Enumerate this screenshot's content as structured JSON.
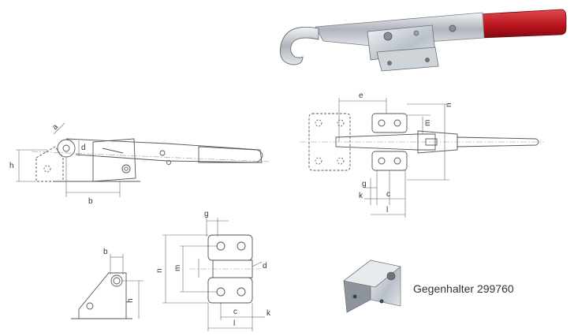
{
  "counterpart_caption": "Gegenhalter 299760",
  "views": {
    "side": {
      "h": "h",
      "a": "a",
      "b": "b",
      "d": "d"
    },
    "top": {
      "e": "e",
      "m": "m",
      "n": "n",
      "g": "g",
      "k": "k",
      "c": "c",
      "l": "l"
    },
    "counter_side": {
      "b": "b",
      "h": "h"
    },
    "counter_top": {
      "g": "g",
      "n": "n",
      "m": "m",
      "d": "d",
      "c": "c",
      "k": "k",
      "l": "l"
    }
  },
  "colors": {
    "line": "#555555",
    "dimension": "#666666",
    "centerline": "#999999",
    "handle_red": "#b5121b",
    "chrome": "#c8ccd2",
    "text": "#333333"
  }
}
